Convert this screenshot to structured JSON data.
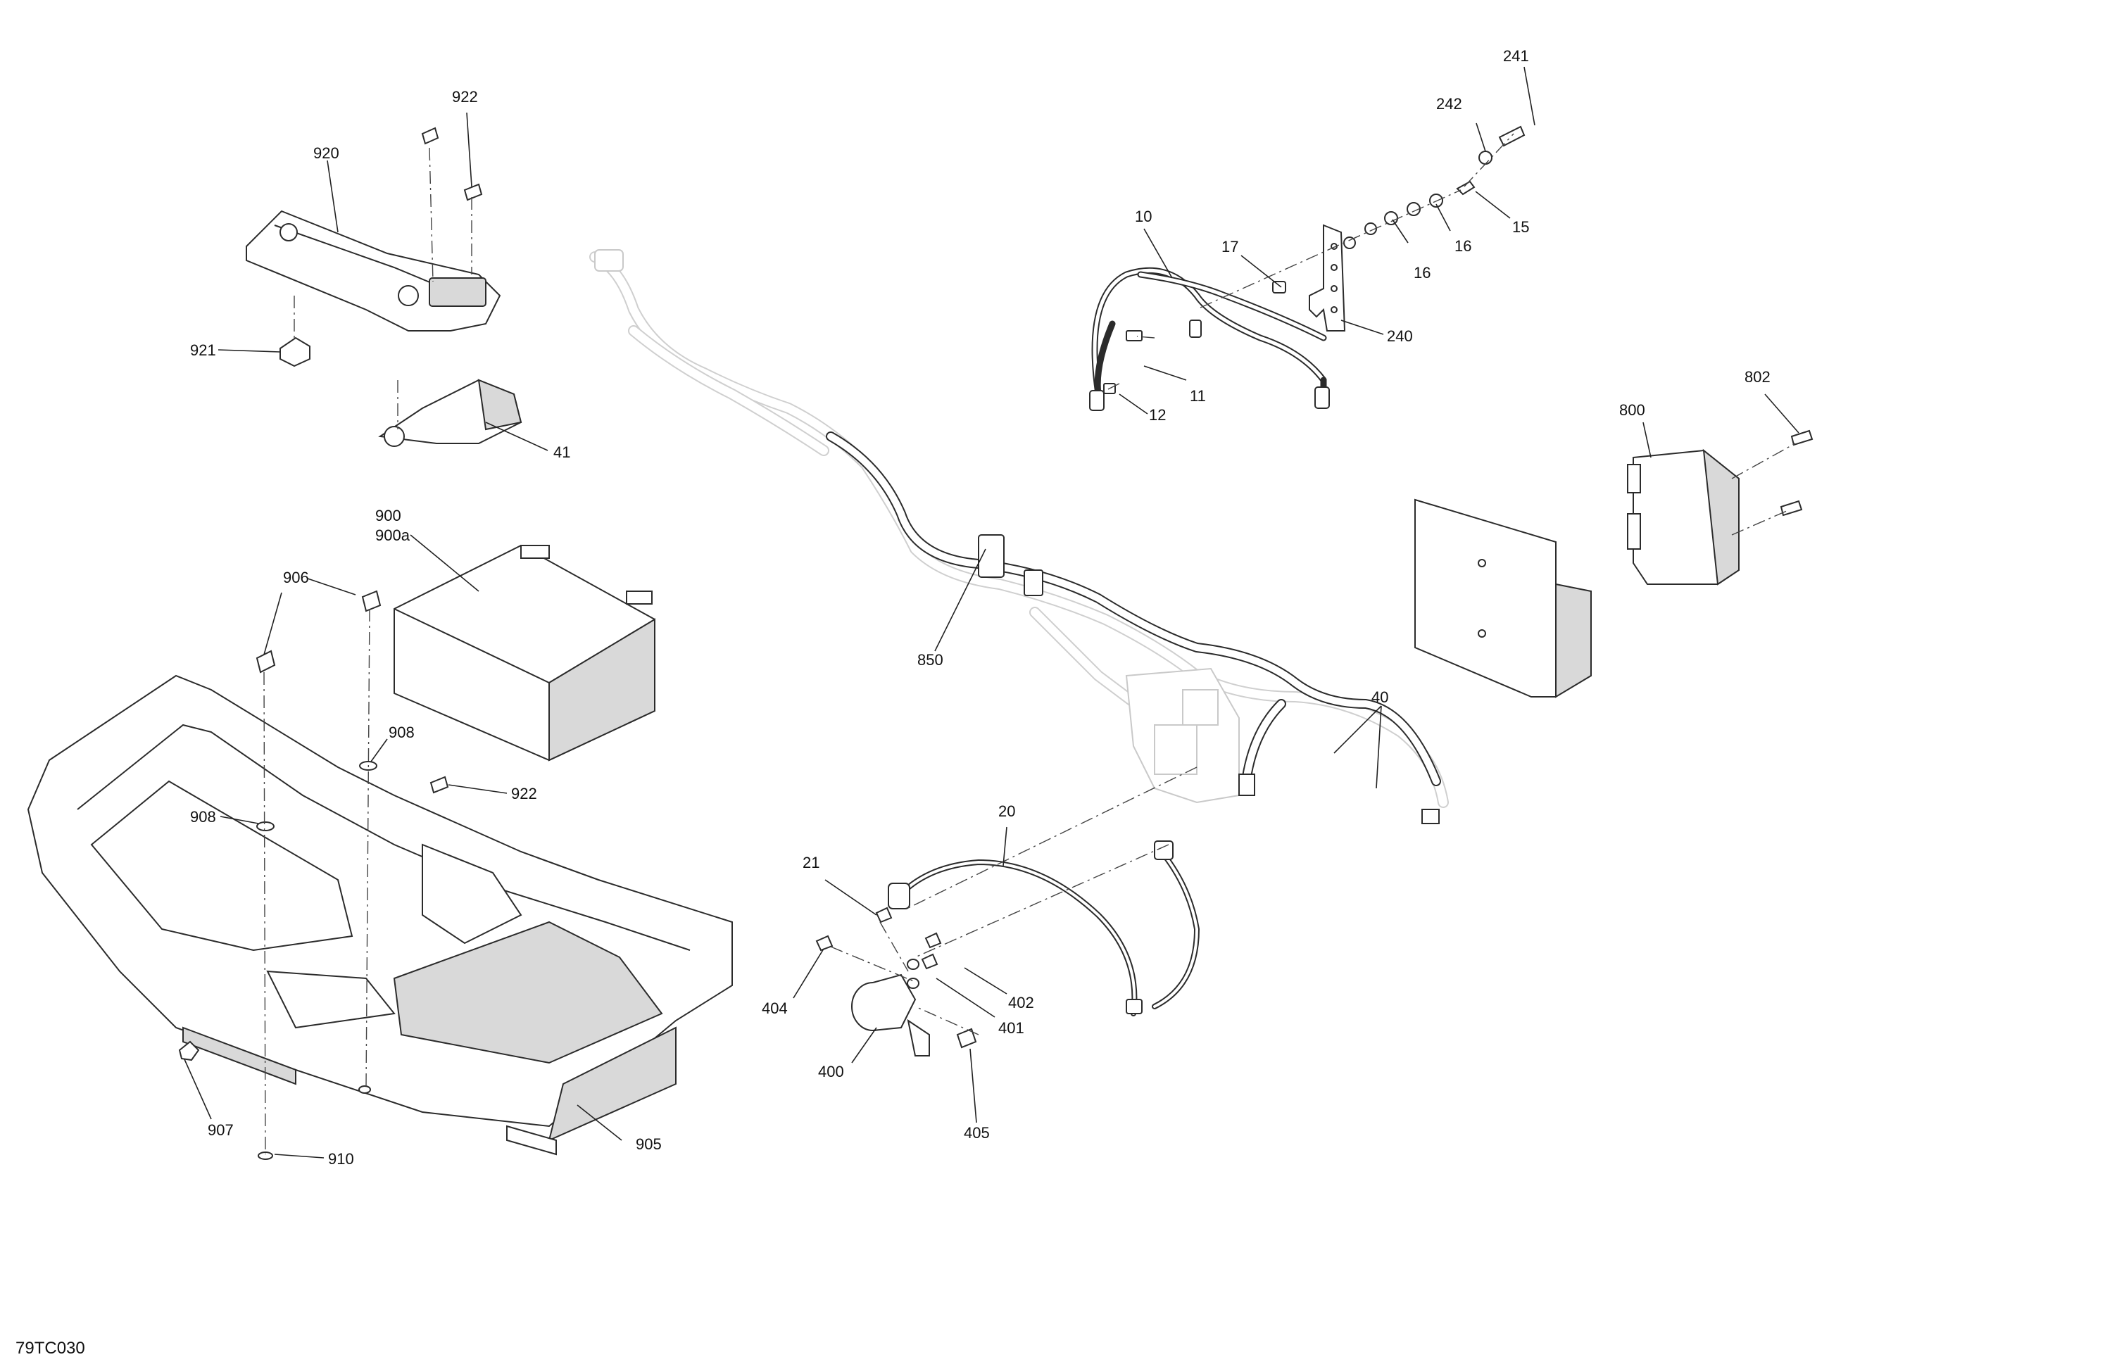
{
  "figure_code": "79TC030",
  "callouts": [
    "922",
    "920",
    "921",
    "41",
    "900",
    "900a",
    "906",
    "908",
    "922",
    "908",
    "907",
    "910",
    "905",
    "850",
    "10",
    "17",
    "16",
    "16",
    "15",
    "242",
    "241",
    "240",
    "11",
    "12",
    "802",
    "800",
    "40",
    "20",
    "21",
    "404",
    "402",
    "401",
    "400",
    "405"
  ]
}
